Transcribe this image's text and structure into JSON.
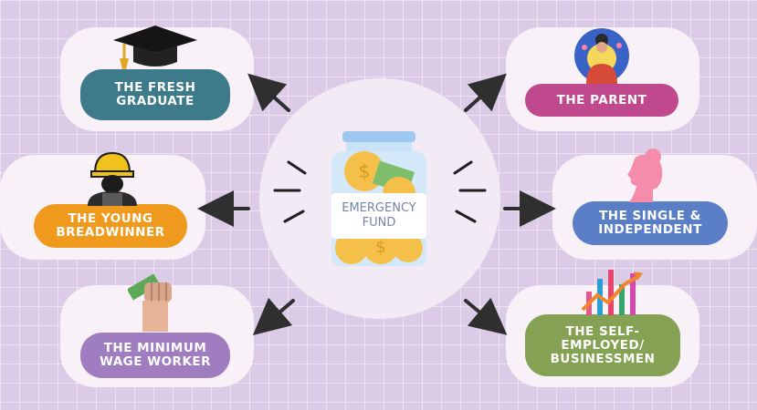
{
  "center": {
    "line1": "EMERGENCY",
    "line2": "FUND"
  },
  "nodes": [
    {
      "id": "fresh-graduate",
      "label": "THE FRESH\nGRADUATE",
      "color": "#3d7a8a"
    },
    {
      "id": "young-breadwinner",
      "label": "THE YOUNG\nBREADWINNER",
      "color": "#ef9a1c"
    },
    {
      "id": "minimum-wage-worker",
      "label": "THE MINIMUM\nWAGE WORKER",
      "color": "#a07cc0"
    },
    {
      "id": "parent",
      "label": "THE PARENT",
      "color": "#c0498d"
    },
    {
      "id": "single-independent",
      "label": "THE SINGLE &\nINDEPENDENT",
      "color": "#5b7fc6"
    },
    {
      "id": "self-employed",
      "label": "THE SELF-\nEMPLOYED/\nBUSINESSMEN",
      "color": "#84a154"
    }
  ]
}
